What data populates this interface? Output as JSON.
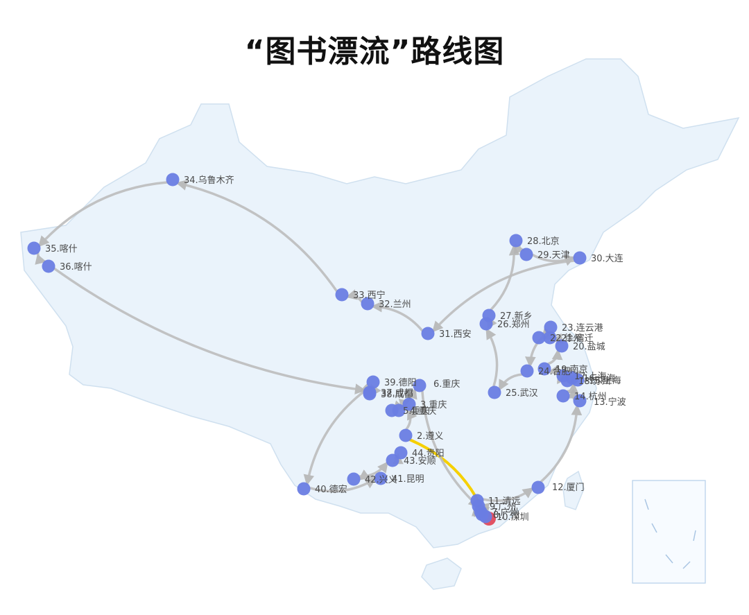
{
  "map": {
    "title": "“图书漂流”路线图",
    "colors": {
      "land_fill": "#eaf3fb",
      "land_stroke": "#cfe0ef",
      "route": "#bdbdbd",
      "highlight_route": "#f6d000",
      "city": "#6a7de3",
      "start_city": "#e04a5c",
      "label": "#4a4a4a"
    },
    "cities": [
      {
        "id": 1,
        "label": "",
        "role": "start"
      },
      {
        "id": 2,
        "label": "2.遵义"
      },
      {
        "id": 3,
        "label": "3.重庆"
      },
      {
        "id": 4,
        "label": "4.重庆"
      },
      {
        "id": 5,
        "label": "5.重庆"
      },
      {
        "id": 6,
        "label": "6.重庆"
      },
      {
        "id": 7,
        "label": "7.广州"
      },
      {
        "id": 8,
        "label": "8.广州"
      },
      {
        "id": 9,
        "label": "9.广州"
      },
      {
        "id": 10,
        "label": "10.深圳"
      },
      {
        "id": 11,
        "label": "11.清远"
      },
      {
        "id": 12,
        "label": "12.厦门"
      },
      {
        "id": 13,
        "label": "13.宁波"
      },
      {
        "id": 14,
        "label": "14.杭州"
      },
      {
        "id": 15,
        "label": "15.上海"
      },
      {
        "id": 16,
        "label": "16.上海"
      },
      {
        "id": 17,
        "label": "17.上海"
      },
      {
        "id": 18,
        "label": "18.苏州"
      },
      {
        "id": 19,
        "label": "19.南京"
      },
      {
        "id": 20,
        "label": "20.盐城"
      },
      {
        "id": 21,
        "label": "21.宿迁"
      },
      {
        "id": 22,
        "label": "22.徐州"
      },
      {
        "id": 23,
        "label": "23.连云港"
      },
      {
        "id": 24,
        "label": "24.合肥"
      },
      {
        "id": 25,
        "label": "25.武汉"
      },
      {
        "id": 26,
        "label": "26.郑州"
      },
      {
        "id": 27,
        "label": "27.新乡"
      },
      {
        "id": 28,
        "label": "28.北京"
      },
      {
        "id": 29,
        "label": "29.天津"
      },
      {
        "id": 30,
        "label": "30.大连"
      },
      {
        "id": 31,
        "label": "31.西安"
      },
      {
        "id": 32,
        "label": "32.兰州"
      },
      {
        "id": 33,
        "label": "33.西宁"
      },
      {
        "id": 34,
        "label": "34.乌鲁木齐"
      },
      {
        "id": 35,
        "label": "35.喀什"
      },
      {
        "id": 36,
        "label": "36.喀什"
      },
      {
        "id": 37,
        "label": "37.成都"
      },
      {
        "id": 38,
        "label": "38.成都"
      },
      {
        "id": 39,
        "label": "39.德阳"
      },
      {
        "id": 40,
        "label": "40.德宏"
      },
      {
        "id": 41,
        "label": "41.昆明"
      },
      {
        "id": 42,
        "label": "42.兴义"
      },
      {
        "id": 43,
        "label": "43.安顺"
      },
      {
        "id": 44,
        "label": "44.贵阳"
      }
    ],
    "route": [
      1,
      2,
      3,
      4,
      5,
      6,
      7,
      8,
      9,
      10,
      11,
      12,
      13,
      14,
      15,
      16,
      17,
      18,
      19,
      20,
      21,
      22,
      23,
      24,
      25,
      26,
      27,
      28,
      29,
      30,
      31,
      32,
      33,
      34,
      35,
      36,
      37,
      38,
      39,
      40,
      41,
      42,
      43,
      44
    ],
    "highlight_segment": [
      1,
      2
    ]
  }
}
